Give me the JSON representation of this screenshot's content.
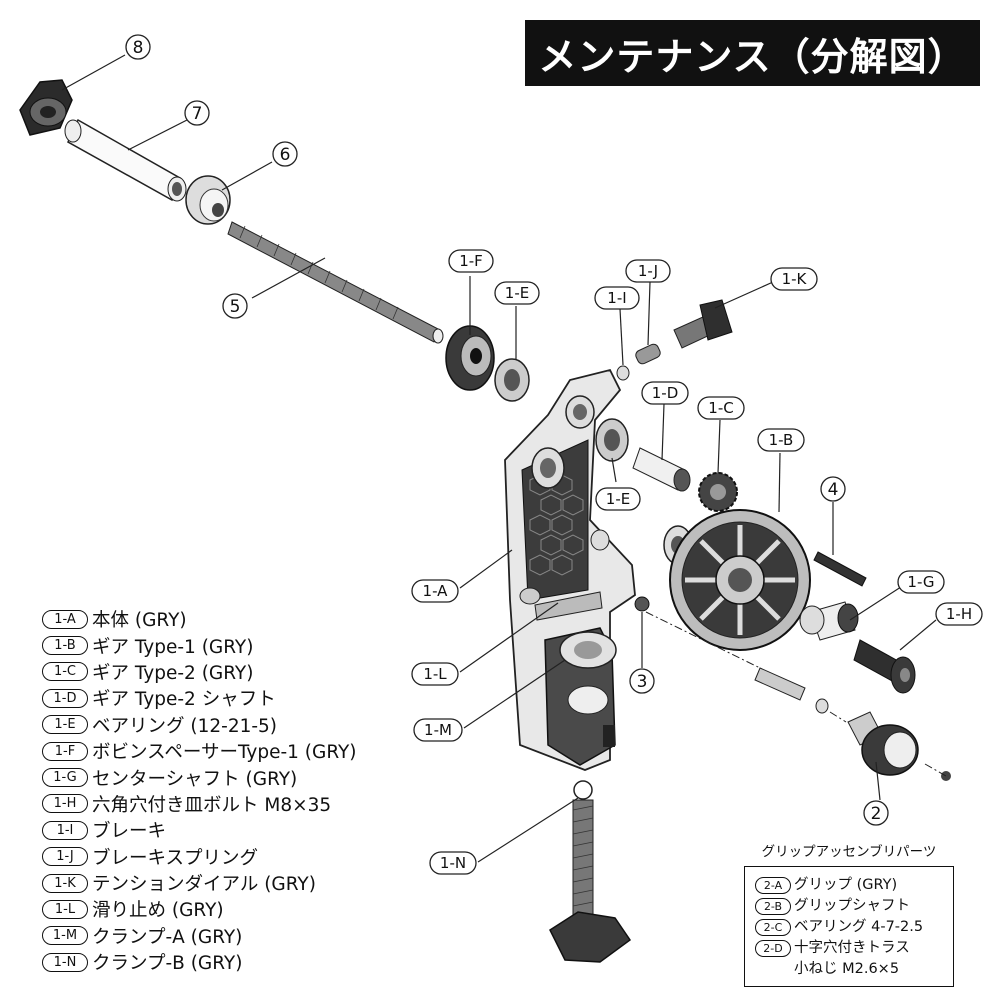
{
  "title": "メンテナンス（分解図）",
  "callouts": {
    "p8": "8",
    "p7": "7",
    "p6": "6",
    "p5": "5",
    "p4": "4",
    "p3": "3",
    "p2": "2",
    "f": "1-F",
    "e_top": "1-E",
    "i": "1-I",
    "j": "1-J",
    "k": "1-K",
    "d": "1-D",
    "c": "1-C",
    "b": "1-B",
    "e_mid": "1-E",
    "a": "1-A",
    "g": "1-G",
    "h": "1-H",
    "l": "1-L",
    "m": "1-M",
    "n": "1-N"
  },
  "parts_list": [
    {
      "code": "1-A",
      "name": "本体 (GRY)"
    },
    {
      "code": "1-B",
      "name": "ギア Type-1 (GRY)"
    },
    {
      "code": "1-C",
      "name": "ギア Type-2 (GRY)"
    },
    {
      "code": "1-D",
      "name": "ギア Type-2 シャフト"
    },
    {
      "code": "1-E",
      "name": "ベアリング (12-21-5)"
    },
    {
      "code": "1-F",
      "name": "ボビンスペーサーType-1 (GRY)"
    },
    {
      "code": "1-G",
      "name": "センターシャフト (GRY)"
    },
    {
      "code": "1-H",
      "name": "六角穴付き皿ボルト M8×35"
    },
    {
      "code": "1-I",
      "name": "ブレーキ"
    },
    {
      "code": "1-J",
      "name": "ブレーキスプリング"
    },
    {
      "code": "1-K",
      "name": "テンションダイアル (GRY)"
    },
    {
      "code": "1-L",
      "name": "滑り止め (GRY)"
    },
    {
      "code": "1-M",
      "name": "クランプ-A (GRY)"
    },
    {
      "code": "1-N",
      "name": "クランプ-B (GRY)"
    }
  ],
  "grip_parts": {
    "title": "グリップアッセンブリパーツ",
    "items": [
      {
        "code": "2-A",
        "name": "グリップ (GRY)"
      },
      {
        "code": "2-B",
        "name": "グリップシャフト"
      },
      {
        "code": "2-C",
        "name": "ベアリング 4-7-2.5"
      },
      {
        "code": "2-D",
        "name": "十字穴付きトラス\n小ねじ M2.6×5"
      }
    ]
  }
}
